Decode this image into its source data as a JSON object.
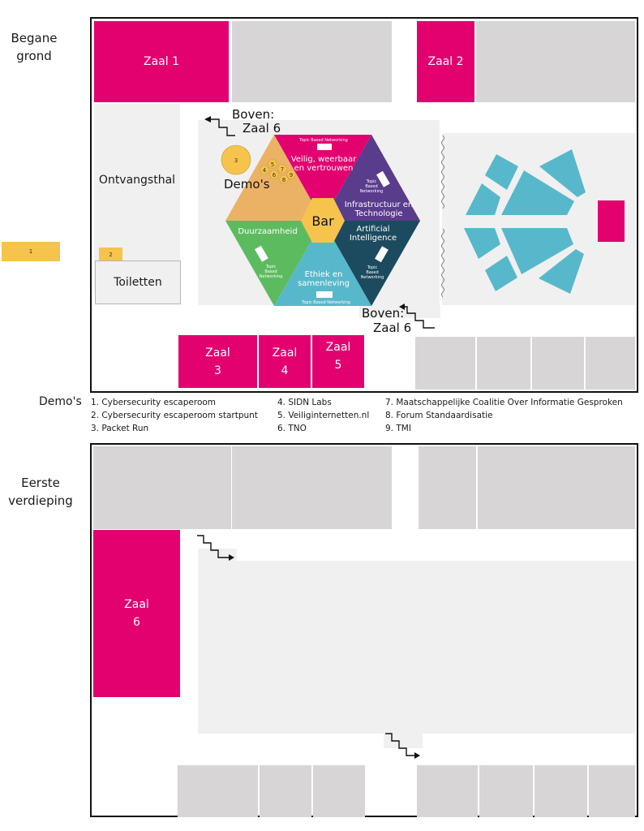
{
  "ground_floor": {
    "label_line1": "Begane",
    "label_line2": "grond",
    "rooms": {
      "zaal1": "Zaal 1",
      "zaal2": "Zaal 2",
      "zaal3_line1": "Zaal",
      "zaal3_line2": "3",
      "zaal4_line1": "Zaal",
      "zaal4_line2": "4",
      "zaal5_line1": "Zaal",
      "zaal5_line2": "5"
    },
    "ontvangsthal": "Ontvangsthal",
    "toiletten": "Toiletten",
    "demo_marker_1": "1",
    "demo_marker_2": "2",
    "stairs_top_line1": "Boven:",
    "stairs_top_line2": "Zaal 6",
    "stairs_bottom_line1": "Boven:",
    "stairs_bottom_line2": "Zaal 6",
    "hexagon": {
      "center": "Bar",
      "demos_label": "Demo's",
      "demo_circle": "3",
      "demo_hexes": [
        "4",
        "5",
        "6",
        "7",
        "8",
        "9"
      ],
      "segments": {
        "top_line1": "Veilig, weerbaar",
        "top_line2": "en vertrouwen",
        "upper_right_line1": "Infrastructuur en",
        "upper_right_line2": "Technologie",
        "lower_right_line1": "Artificial",
        "lower_right_line2": "Intelligence",
        "bottom_line1": "Ethiek en",
        "bottom_line2": "samenleving",
        "lower_left": "Duurzaamheid"
      },
      "tbn_top": "Topic Based Networking",
      "tbn_bottom": "Topic Based Networking",
      "tbn_right_top": [
        "Topic",
        "Based",
        "Networking"
      ],
      "tbn_right_bottom": [
        "Topic",
        "Based",
        "Networking"
      ],
      "tbn_left": [
        "Topic",
        "Based",
        "Networking"
      ]
    },
    "colors": {
      "pink": "#e3006f",
      "orange": "#ebb266",
      "purple": "#5a3c8c",
      "dark_teal": "#1c4a5f",
      "light_blue": "#58b8cb",
      "green": "#5dbb5f",
      "yellow": "#f6c34c",
      "grey_room": "#d7d5d6",
      "light_area": "#f0f0f0"
    }
  },
  "demos_legend": {
    "title": "Demo's",
    "col1": [
      "1. Cybersecurity escaperoom",
      "2. Cybersecurity escaperoom startpunt",
      "3. Packet Run"
    ],
    "col2": [
      "4. SIDN Labs",
      "5. Veiliginternetten.nl",
      "6. TNO"
    ],
    "col3": [
      "7. Maatschappelijke Coalitie Over Informatie Gesproken",
      "8. Forum Standaardisatie",
      "9. TMI"
    ]
  },
  "first_floor": {
    "label_line1": "Eerste",
    "label_line2": "verdieping",
    "zaal6_line1": "Zaal",
    "zaal6_line2": "6"
  }
}
